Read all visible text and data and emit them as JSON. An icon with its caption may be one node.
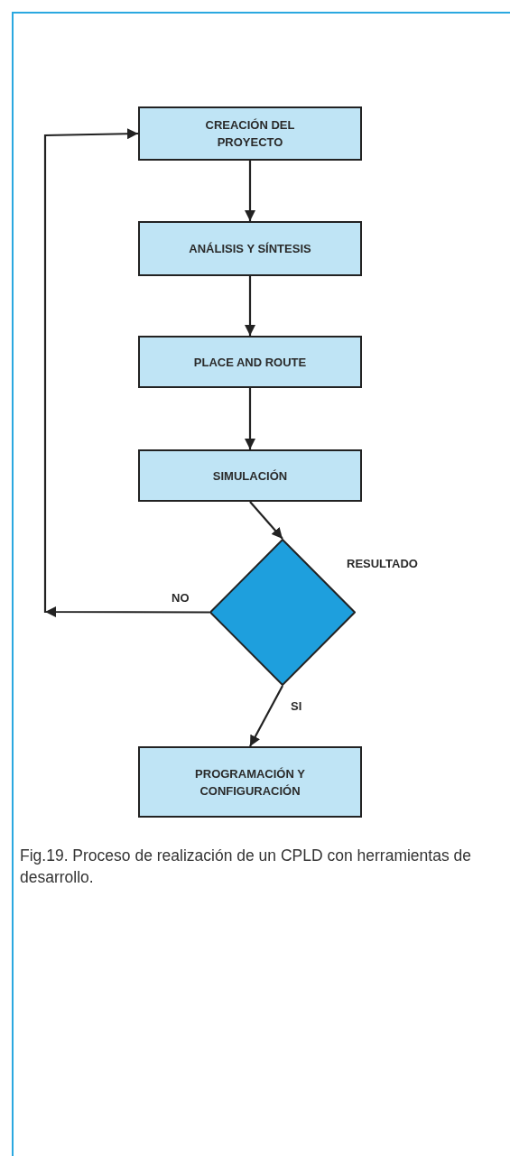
{
  "diagram": {
    "caption": "Fig.19. Proceso de realización de un CPLD con herramientas de desarrollo.",
    "nodes": [
      {
        "text": [
          "CREACIÓN DEL PROYECTO"
        ]
      },
      {
        "text": [
          "ANÁLISIS Y SÍNTESIS"
        ]
      },
      {
        "text": [
          "PLACE AND ROUTE"
        ]
      },
      {
        "text": [
          "SIMULACIÓN"
        ]
      },
      {
        "text": [],
        "shape": "diamond",
        "beside": [
          "RESULTADO"
        ]
      },
      {
        "text": [
          "PROGRAMACIÓN Y CONFIGURACIÓN"
        ]
      }
    ],
    "edges": [
      {
        "from": 0,
        "to": 1,
        "arrow": "to"
      },
      {
        "from": 1,
        "to": 2,
        "arrow": "to"
      },
      {
        "from": 2,
        "to": 3,
        "arrow": "to"
      },
      {
        "from": 3,
        "to": 4,
        "arrow": "to"
      },
      {
        "from": 4,
        "to": 0,
        "arrow": "to",
        "label": "NO"
      },
      {
        "from": 4,
        "to": 5,
        "arrow": "to",
        "label": "SI"
      }
    ]
  }
}
